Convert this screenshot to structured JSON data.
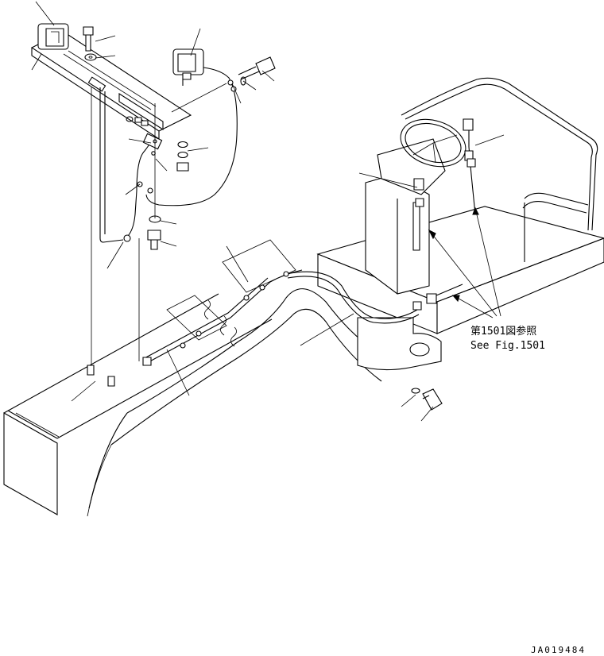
{
  "reference": {
    "jp": "第1501図参照",
    "en": "See Fig.1501"
  },
  "drawing_code": "JA019484",
  "colors": {
    "line": "#000000",
    "background": "#ffffff"
  }
}
